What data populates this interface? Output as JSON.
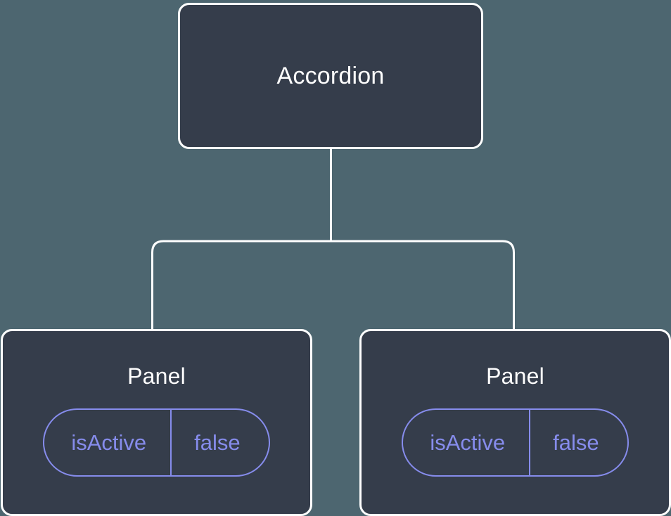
{
  "diagram": {
    "type": "component-tree",
    "background_color": "#4d6670",
    "node_fill_color": "#353d4b",
    "node_border_color": "#ffffff",
    "node_title_color": "#ffffff",
    "badge_color": "#868cec",
    "connector_color": "#ffffff",
    "root": {
      "title": "Accordion"
    },
    "children": [
      {
        "title": "Panel",
        "prop": {
          "key": "isActive",
          "value": "false"
        }
      },
      {
        "title": "Panel",
        "prop": {
          "key": "isActive",
          "value": "false"
        }
      }
    ]
  }
}
